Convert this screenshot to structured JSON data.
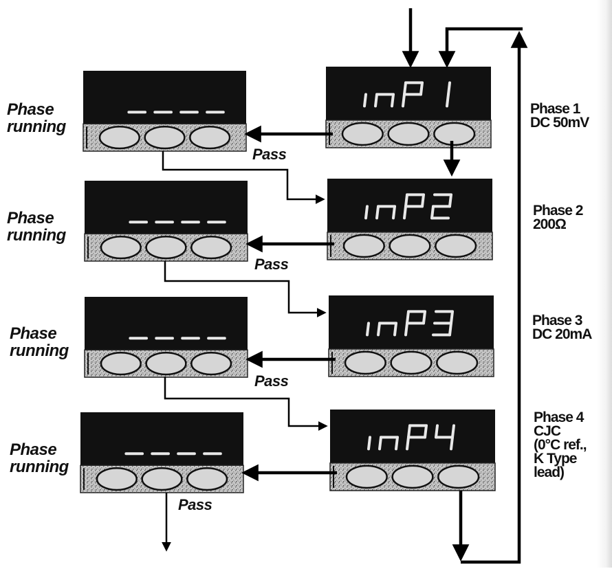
{
  "left_units": [
    {
      "label_line1": "Phase",
      "label_line2": "running",
      "display": "- - - -",
      "pass_label": "Pass"
    },
    {
      "label_line1": "Phase",
      "label_line2": "running",
      "display": "- - - -",
      "pass_label": "Pass"
    },
    {
      "label_line1": "Phase",
      "label_line2": "running",
      "display": "- - - -",
      "pass_label": "Pass"
    },
    {
      "label_line1": "Phase",
      "label_line2": "running",
      "display": "- - - -",
      "pass_label": "Pass"
    }
  ],
  "right_units": [
    {
      "display": "inP1",
      "phase_lines": [
        "Phase 1",
        "DC 50mV"
      ]
    },
    {
      "display": "inP2",
      "phase_lines": [
        "Phase 2",
        "200Ω"
      ]
    },
    {
      "display": "inP3",
      "phase_lines": [
        "Phase 3",
        "DC 20mA"
      ]
    },
    {
      "display": "inP4",
      "phase_lines": [
        "Phase 4",
        "CJC",
        "(0°C ref.,",
        "K Type",
        "lead)"
      ]
    }
  ],
  "colors": {
    "panel": "#111111",
    "digit": "#e8e8e8",
    "bezel": "#bdbdbd",
    "arrow": "#000000"
  }
}
